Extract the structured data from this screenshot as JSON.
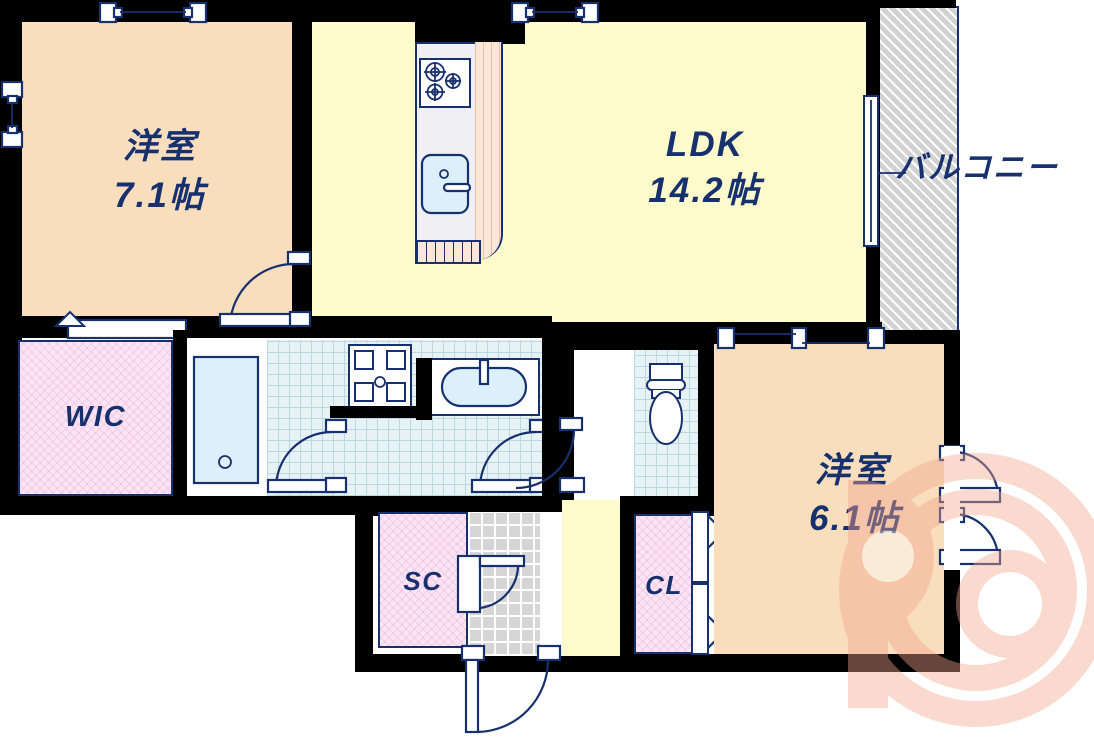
{
  "plan": {
    "type": "floor-plan",
    "title": "2LDK apartment floor plan",
    "unit_suffix": "帖",
    "rooms": [
      {
        "id": "bedroom_top_left",
        "name": "洋室",
        "size": "7.1帖",
        "fill": "#F8DEBD"
      },
      {
        "id": "ldk",
        "name": "LDK",
        "size": "14.2帖",
        "fill": "#FDFBCC"
      },
      {
        "id": "bedroom_bottom_right",
        "name": "洋室",
        "size": "6.1帖",
        "fill": "#F8DEBD"
      },
      {
        "id": "walk_in_closet",
        "name": "WIC",
        "size": "",
        "fill": "#FBE4F4"
      },
      {
        "id": "shoe_closet",
        "name": "SC",
        "size": "",
        "fill": "#FBE4F4"
      },
      {
        "id": "closet",
        "name": "CL",
        "size": "",
        "fill": "#FBE4F4"
      },
      {
        "id": "balcony",
        "name": "バルコニー",
        "size": "",
        "fill": "#E2E2E2"
      }
    ],
    "labels": {
      "bedroom_a_name": "洋室",
      "bedroom_a_size": "7.1帖",
      "ldk_name": "LDK",
      "ldk_size": "14.2帖",
      "bedroom_b_name": "洋室",
      "bedroom_b_size": "6.1帖",
      "wic": "WIC",
      "sc": "SC",
      "cl": "CL",
      "balcony": "バルコニー"
    },
    "fixtures": [
      {
        "id": "gas-stove",
        "label": "3-burner gas stove"
      },
      {
        "id": "kitchen-sink",
        "label": "kitchen sink"
      },
      {
        "id": "bathtub",
        "label": "bathtub"
      },
      {
        "id": "washing-machine-pan",
        "label": "washing machine pan"
      },
      {
        "id": "vanity-sink",
        "label": "vanity wash basin"
      },
      {
        "id": "toilet",
        "label": "toilet"
      },
      {
        "id": "entrance-door",
        "label": "entrance door"
      }
    ],
    "colors": {
      "wall": "#000000",
      "text": "#17306E",
      "bedroom": "#F8DEBD",
      "ldk": "#FDFBCC",
      "closet": "#FBE4F4",
      "bath_tile": "#E7F2F5",
      "genkan_tile": "#D6D6D6",
      "balcony": "#E2E2E2",
      "watermark": "#F4A58E"
    },
    "watermark": {
      "text": "R@"
    }
  }
}
